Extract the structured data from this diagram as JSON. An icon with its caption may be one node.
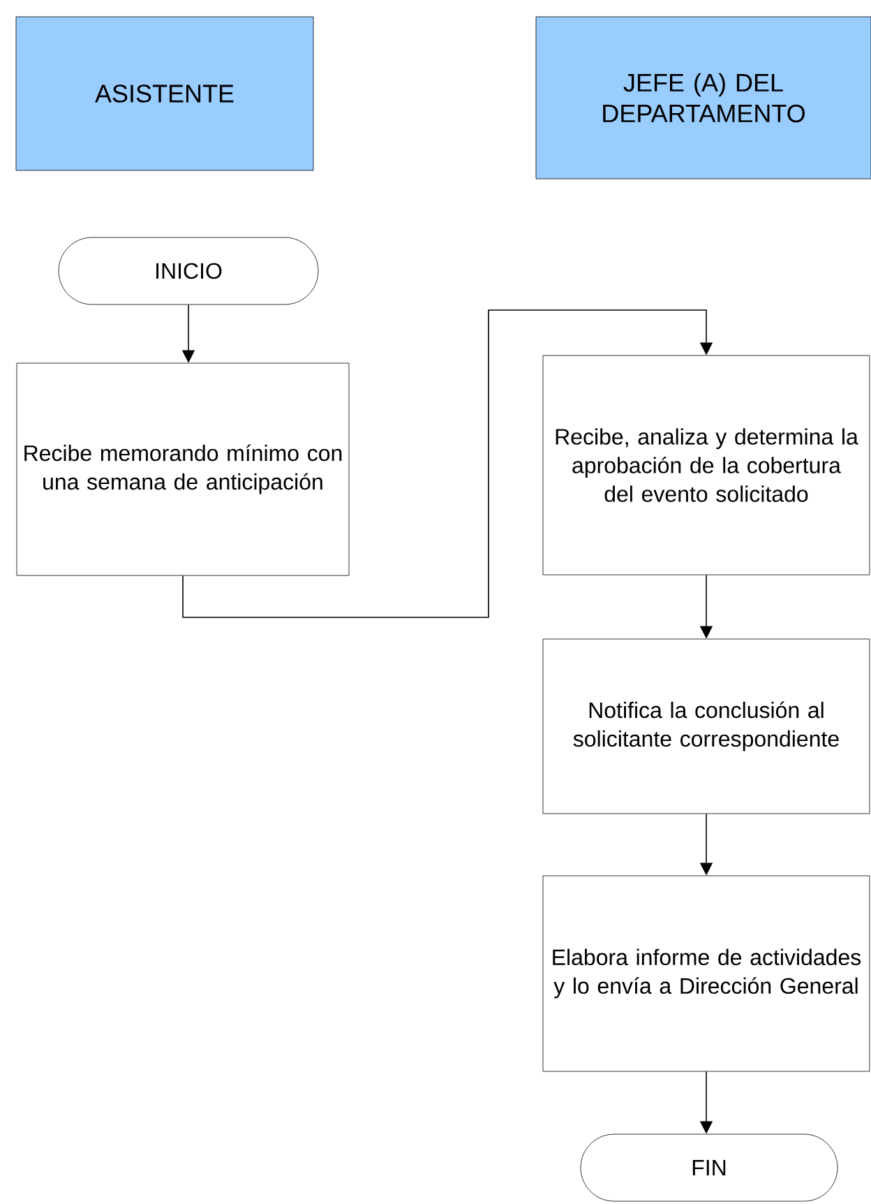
{
  "diagram": {
    "nodes": [
      {
        "text": [
          "ASISTENTE"
        ]
      },
      {
        "text": [
          "JEFE (A) DEL DEPARTAMENTO"
        ]
      },
      {
        "text": [
          "INICIO"
        ]
      },
      {
        "text": [
          "Recibe memorando mínimo con una semana de anticipación"
        ]
      },
      {
        "text": [
          "Recibe, analiza y determina la aprobación de la cobertura del evento solicitado"
        ]
      },
      {
        "text": [
          "Notifica la conclusión al solicitante correspondiente"
        ]
      },
      {
        "text": [
          "Elabora informe de actividades y lo envía a Dirección General"
        ]
      },
      {
        "text": [
          "FIN"
        ]
      }
    ],
    "edges": [
      {
        "from": 2,
        "to": 3,
        "arrow": "to"
      },
      {
        "from": 3,
        "to": 4,
        "arrow": "to"
      },
      {
        "from": 4,
        "to": 5,
        "arrow": "to"
      },
      {
        "from": 5,
        "to": 6,
        "arrow": "to"
      },
      {
        "from": 6,
        "to": 7,
        "arrow": "to"
      }
    ]
  }
}
